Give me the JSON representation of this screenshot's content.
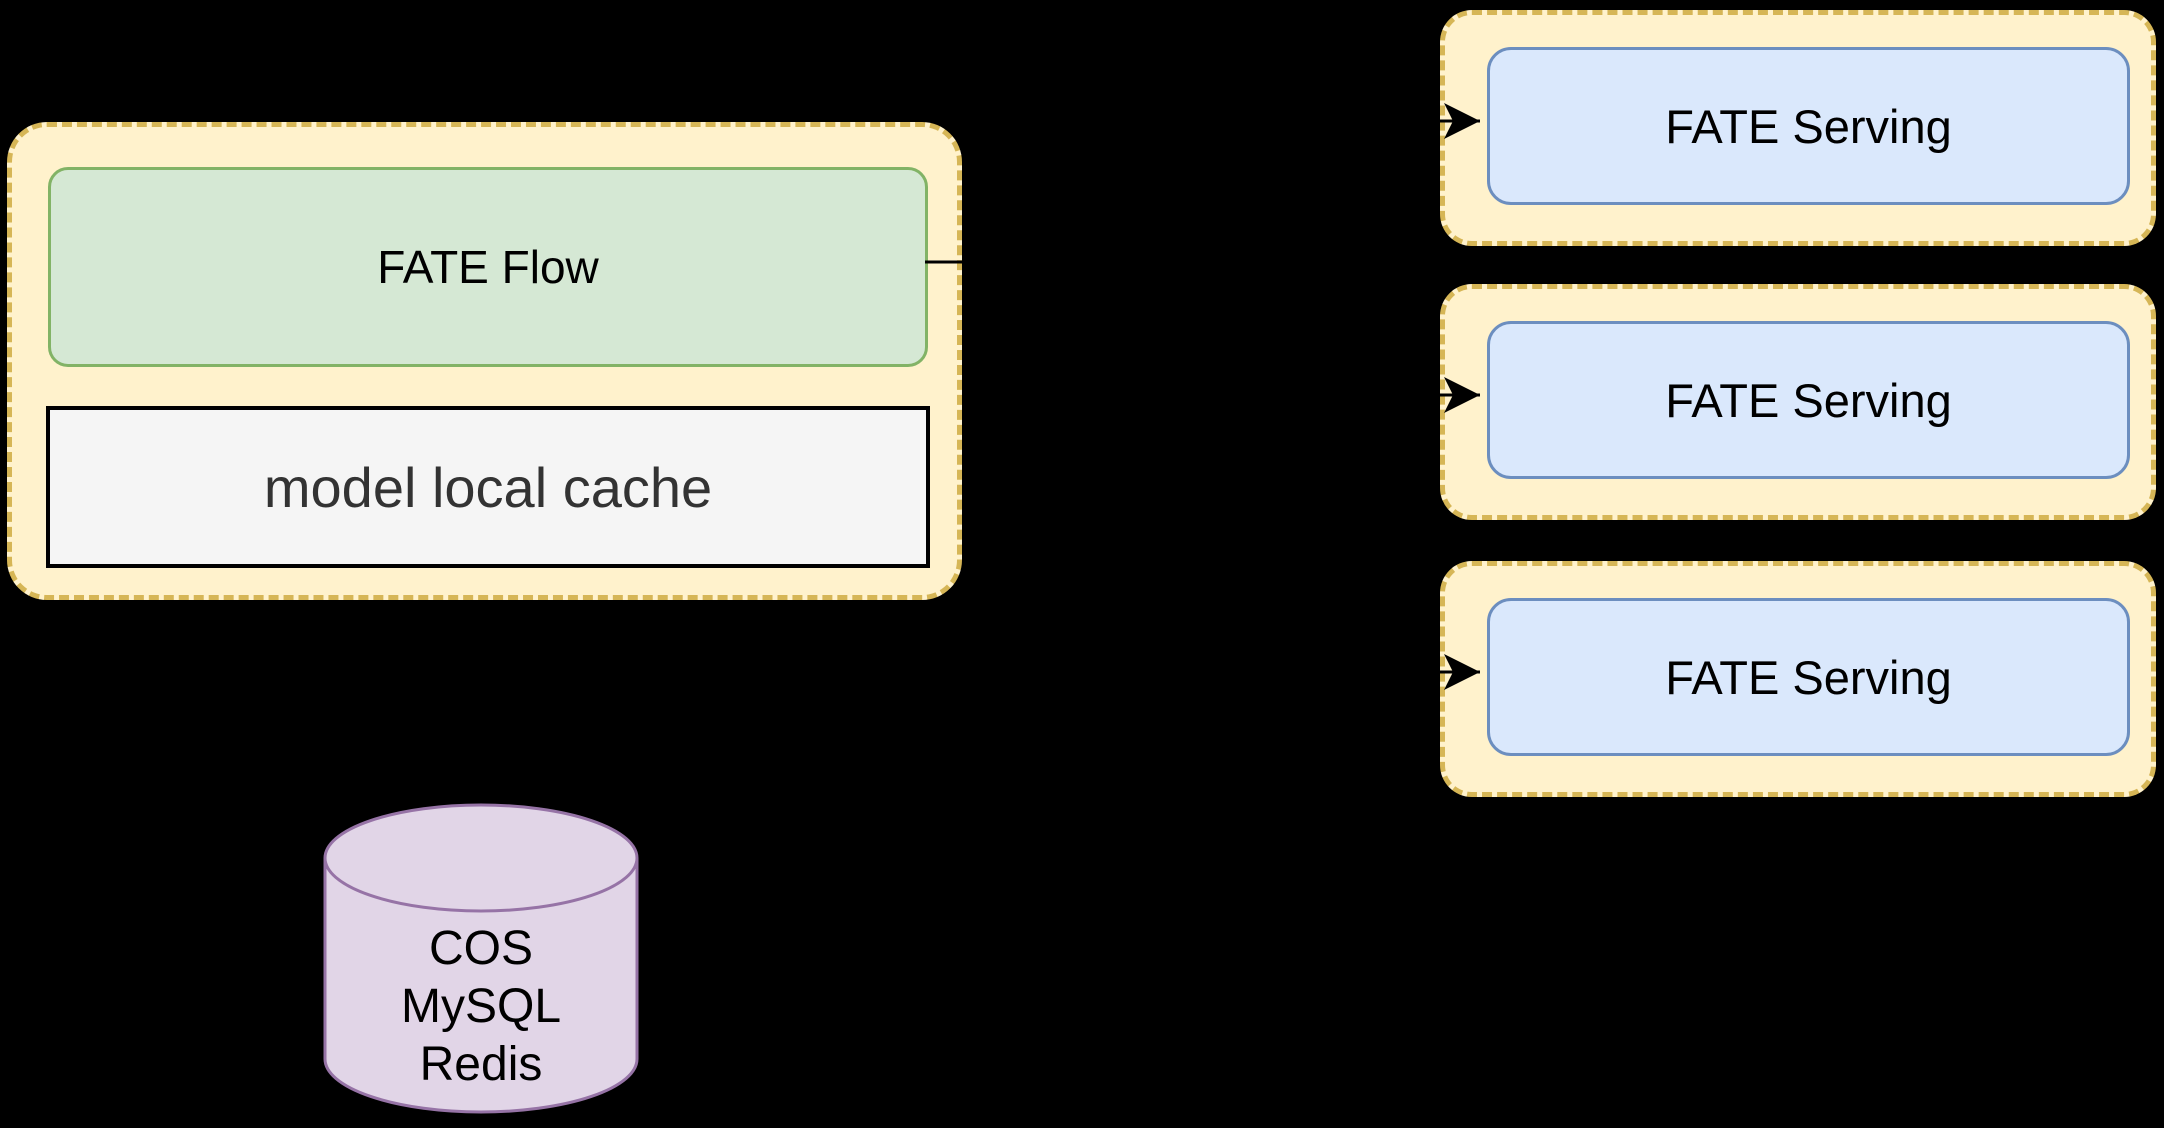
{
  "diagram": {
    "type": "architecture-diagram",
    "background": "#000000",
    "flow_group": {
      "fate_flow_label": "FATE Flow",
      "model_cache_label": "model local cache"
    },
    "serving": [
      {
        "label": "FATE Serving"
      },
      {
        "label": "FATE Serving"
      },
      {
        "label": "FATE Serving"
      }
    ],
    "storage": {
      "lines": [
        "COS",
        "MySQL",
        "Redis"
      ]
    },
    "connections": [
      {
        "from": "FATE Flow",
        "to": "FATE Serving 1",
        "arrow": "right"
      },
      {
        "from": "FATE Flow",
        "to": "FATE Serving 2",
        "arrow": "right"
      },
      {
        "from": "FATE Flow",
        "to": "FATE Serving 3",
        "arrow": "right"
      }
    ],
    "colors": {
      "background": "#000000",
      "group_fill": "#FFF2CC",
      "group_border": "#D6B656",
      "flow_fill": "#D5E8D4",
      "flow_border": "#82B366",
      "serving_fill": "#DAE8FC",
      "serving_border": "#6C8EBF",
      "cache_fill": "#F5F5F5",
      "cache_border": "#000000",
      "storage_fill": "#E1D5E7",
      "storage_border": "#9673A6",
      "connector": "#000000"
    }
  }
}
